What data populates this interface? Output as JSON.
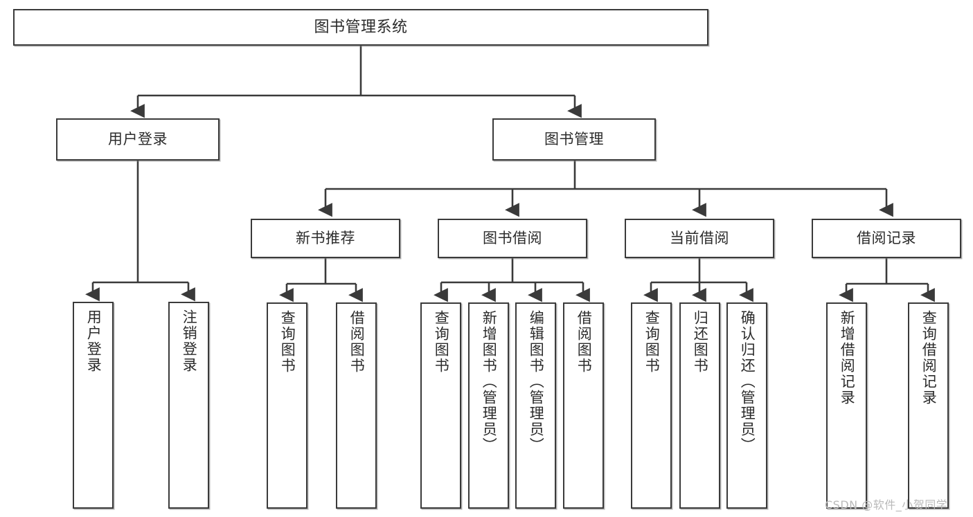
{
  "diagram": {
    "title": "图书管理系统",
    "type": "tree",
    "watermark": "CSDN @软件_小贺同学",
    "colors": {
      "box_border": "#3a3a3a",
      "box_fill": "#ffffff",
      "line": "#3a3a3a",
      "text": "#2b2b2b",
      "watermark": "#b9b9b9"
    },
    "root": {
      "id": "root",
      "label": "图书管理系统"
    },
    "level2": [
      {
        "id": "login",
        "label": "用户登录"
      },
      {
        "id": "bookmgmt",
        "label": "图书管理"
      }
    ],
    "level3": [
      {
        "id": "newbook",
        "label": "新书推荐",
        "parent": "bookmgmt"
      },
      {
        "id": "borrow",
        "label": "图书借阅",
        "parent": "bookmgmt"
      },
      {
        "id": "current",
        "label": "当前借阅",
        "parent": "bookmgmt"
      },
      {
        "id": "records",
        "label": "借阅记录",
        "parent": "bookmgmt"
      }
    ],
    "leaves": {
      "login": [
        {
          "id": "leaf-user-login",
          "label": "用户登录"
        },
        {
          "id": "leaf-user-logout",
          "label": "注销登录"
        }
      ],
      "newbook": [
        {
          "id": "leaf-nb-query",
          "label": "查询图书"
        },
        {
          "id": "leaf-nb-borrow",
          "label": "借阅图书"
        }
      ],
      "borrow": [
        {
          "id": "leaf-bw-query",
          "label": "查询图书"
        },
        {
          "id": "leaf-bw-add",
          "label": "新增图书（管理员）"
        },
        {
          "id": "leaf-bw-edit",
          "label": "编辑图书（管理员）"
        },
        {
          "id": "leaf-bw-borrow",
          "label": "借阅图书"
        }
      ],
      "current": [
        {
          "id": "leaf-cu-query",
          "label": "查询图书"
        },
        {
          "id": "leaf-cu-return",
          "label": "归还图书"
        },
        {
          "id": "leaf-cu-confirm",
          "label": "确认归还（管理员）"
        }
      ],
      "records": [
        {
          "id": "leaf-rc-add",
          "label": "新增借阅记录"
        },
        {
          "id": "leaf-rc-query",
          "label": "查询借阅记录"
        }
      ]
    }
  }
}
